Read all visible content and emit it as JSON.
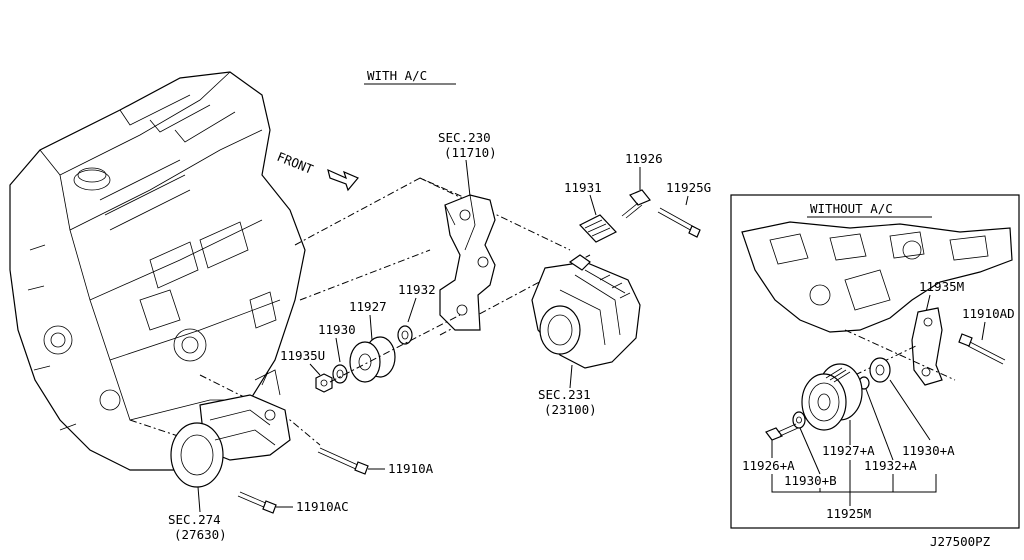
{
  "diagram": {
    "headings": {
      "with_ac": "WITH A/C",
      "without_ac": "WITHOUT A/C",
      "front": "FRONT"
    },
    "drawing_code": "J27500PZ",
    "sections": [
      {
        "id": "sec230",
        "code": "SEC.230",
        "sub": "(11710)"
      },
      {
        "id": "sec231",
        "code": "SEC.231",
        "sub": "(23100)"
      },
      {
        "id": "sec274",
        "code": "SEC.274",
        "sub": "(27630)"
      }
    ],
    "parts": {
      "p11926": "11926",
      "p11931": "11931",
      "p11925g": "11925G",
      "p11927": "11927",
      "p11932": "11932",
      "p11930": "11930",
      "p11935u": "11935U",
      "p11910a": "11910A",
      "p11910ac": "11910AC",
      "p11935m": "11935M",
      "p11910ad": "11910AD",
      "p11927a": "11927+A",
      "p11930a": "11930+A",
      "p11926a": "11926+A",
      "p11932a": "11932+A",
      "p11930b": "11930+B",
      "p11925m": "11925M"
    }
  }
}
